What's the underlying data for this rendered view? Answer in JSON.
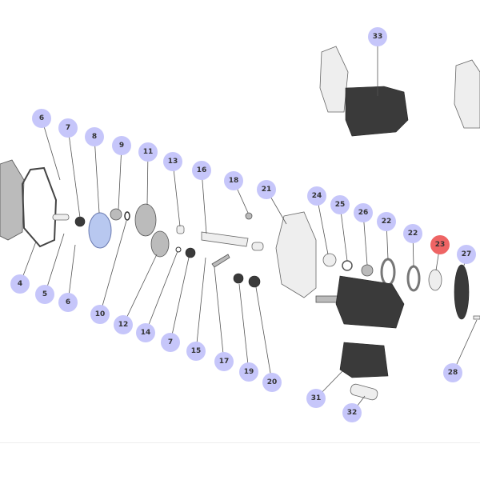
{
  "diagram": {
    "colors": {
      "callout": "#c6c6fa",
      "callout_selected": "#ee6464",
      "callout_text": "#333333"
    },
    "callouts": [
      {
        "label": "6",
        "selected": false
      },
      {
        "label": "7",
        "selected": false
      },
      {
        "label": "8",
        "selected": false
      },
      {
        "label": "9",
        "selected": false
      },
      {
        "label": "11",
        "selected": false
      },
      {
        "label": "13",
        "selected": false
      },
      {
        "label": "16",
        "selected": false
      },
      {
        "label": "18",
        "selected": false
      },
      {
        "label": "21",
        "selected": false
      },
      {
        "label": "24",
        "selected": false
      },
      {
        "label": "25",
        "selected": false
      },
      {
        "label": "26",
        "selected": false
      },
      {
        "label": "22",
        "selected": false
      },
      {
        "label": "22",
        "selected": false
      },
      {
        "label": "23",
        "selected": true
      },
      {
        "label": "27",
        "selected": false
      },
      {
        "label": "4",
        "selected": false
      },
      {
        "label": "5",
        "selected": false
      },
      {
        "label": "6",
        "selected": false
      },
      {
        "label": "10",
        "selected": false
      },
      {
        "label": "12",
        "selected": false
      },
      {
        "label": "14",
        "selected": false
      },
      {
        "label": "7",
        "selected": false
      },
      {
        "label": "15",
        "selected": false
      },
      {
        "label": "17",
        "selected": false
      },
      {
        "label": "19",
        "selected": false
      },
      {
        "label": "20",
        "selected": false
      },
      {
        "label": "31",
        "selected": false
      },
      {
        "label": "32",
        "selected": false
      },
      {
        "label": "28",
        "selected": false
      },
      {
        "label": "33",
        "selected": false
      }
    ]
  }
}
